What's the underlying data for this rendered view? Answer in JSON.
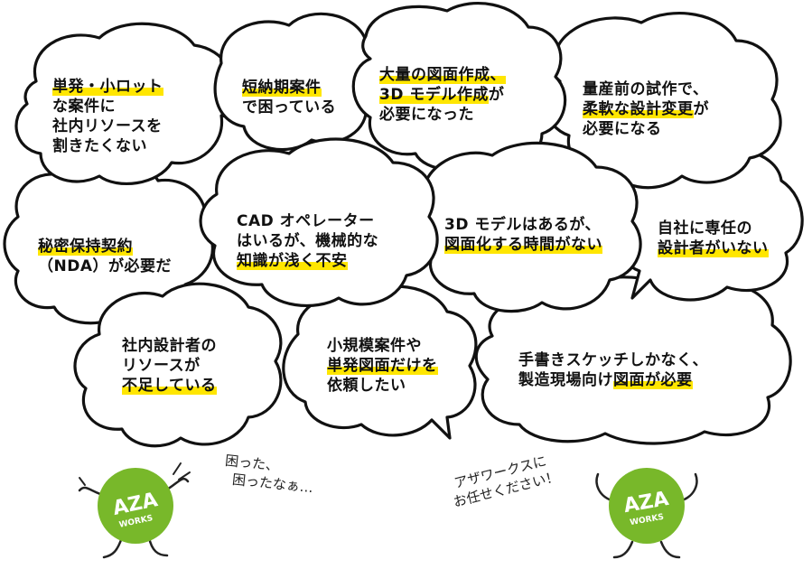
{
  "bubbles": {
    "b1": {
      "lines": [
        {
          "segments": [
            {
              "text": "単発・小ロット",
              "hl": true
            }
          ]
        },
        {
          "segments": [
            {
              "text": "な案件に",
              "hl": false
            }
          ]
        },
        {
          "segments": [
            {
              "text": "社内リソースを",
              "hl": false
            }
          ]
        },
        {
          "segments": [
            {
              "text": "割きたくない",
              "hl": false
            }
          ]
        }
      ]
    },
    "b2": {
      "lines": [
        {
          "segments": [
            {
              "text": "短納期案件",
              "hl": true
            }
          ]
        },
        {
          "segments": [
            {
              "text": "で困っている",
              "hl": false
            }
          ]
        }
      ]
    },
    "b3": {
      "lines": [
        {
          "segments": [
            {
              "text": "大量の図面作成、",
              "hl": true
            }
          ]
        },
        {
          "segments": [
            {
              "text": "3D モデル作成",
              "hl": true
            },
            {
              "text": "が",
              "hl": false
            }
          ]
        },
        {
          "segments": [
            {
              "text": "必要になった",
              "hl": false
            }
          ]
        }
      ]
    },
    "b4": {
      "lines": [
        {
          "segments": [
            {
              "text": "量産前の試作で、",
              "hl": false
            }
          ]
        },
        {
          "segments": [
            {
              "text": "柔軟な設計変更",
              "hl": true
            },
            {
              "text": "が",
              "hl": false
            }
          ]
        },
        {
          "segments": [
            {
              "text": "必要になる",
              "hl": false
            }
          ]
        }
      ]
    },
    "b5": {
      "lines": [
        {
          "segments": [
            {
              "text": "秘密保持契約",
              "hl": true
            }
          ]
        },
        {
          "segments": [
            {
              "text": "（NDA）が必要だ",
              "hl": false
            }
          ]
        }
      ]
    },
    "b6": {
      "lines": [
        {
          "segments": [
            {
              "text": "CAD オペレーター",
              "hl": false
            }
          ]
        },
        {
          "segments": [
            {
              "text": "はいるが、機械的な",
              "hl": false
            }
          ]
        },
        {
          "segments": [
            {
              "text": "知識が浅く不安",
              "hl": true
            }
          ]
        }
      ]
    },
    "b7": {
      "lines": [
        {
          "segments": [
            {
              "text": "3D モデルはあるが、",
              "hl": false
            }
          ]
        },
        {
          "segments": [
            {
              "text": "図面化する時間がない",
              "hl": true
            }
          ]
        }
      ]
    },
    "b8": {
      "lines": [
        {
          "segments": [
            {
              "text": "自社に専任の",
              "hl": false
            }
          ]
        },
        {
          "segments": [
            {
              "text": "設計者がいない",
              "hl": true
            }
          ]
        }
      ]
    },
    "b9": {
      "lines": [
        {
          "segments": [
            {
              "text": "社内設計者の",
              "hl": false
            }
          ]
        },
        {
          "segments": [
            {
              "text": "リソースが",
              "hl": false
            }
          ]
        },
        {
          "segments": [
            {
              "text": "不足している",
              "hl": true
            }
          ]
        }
      ]
    },
    "b10": {
      "lines": [
        {
          "segments": [
            {
              "text": "小規模案件や",
              "hl": false
            }
          ]
        },
        {
          "segments": [
            {
              "text": "単発図面だけを",
              "hl": true
            }
          ]
        },
        {
          "segments": [
            {
              "text": "依頼したい",
              "hl": false
            }
          ]
        }
      ]
    },
    "b11": {
      "lines": [
        {
          "segments": [
            {
              "text": "手書きスケッチしかなく、",
              "hl": false
            }
          ]
        },
        {
          "segments": [
            {
              "text": "製造現場向け",
              "hl": false
            },
            {
              "text": "図面が必要",
              "hl": true
            }
          ]
        }
      ]
    }
  },
  "captions": {
    "worried": [
      "困った、",
      "困ったなぁ…"
    ],
    "leave_it": [
      "アザワークスに",
      "お任せください！"
    ]
  },
  "mascots": {
    "logo_main": "AZA",
    "logo_sub": "WORKS",
    "color": "#78b82a"
  },
  "colors": {
    "highlight": "#ffe600",
    "ink": "#111111"
  }
}
